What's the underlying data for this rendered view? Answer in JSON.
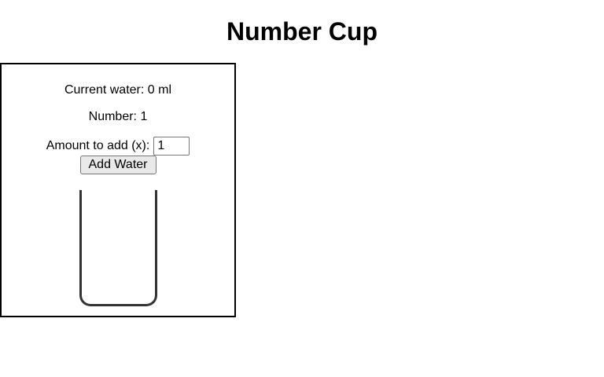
{
  "title": "Number Cup",
  "panel": {
    "current_water": {
      "label": "Current water:",
      "value": "0",
      "unit": "ml"
    },
    "number": {
      "label": "Number:",
      "value": "1"
    },
    "amount": {
      "label": "Amount to add (x):",
      "value": "1"
    },
    "add_water_button": "Add Water",
    "cup": {
      "water_level_ml": 0,
      "fill_percent": 0
    }
  },
  "colors": {
    "panel_border": "#000000",
    "cup_outline": "#333333",
    "button_bg": "#e9e9e9",
    "button_border": "#767676",
    "input_border": "#767676"
  }
}
